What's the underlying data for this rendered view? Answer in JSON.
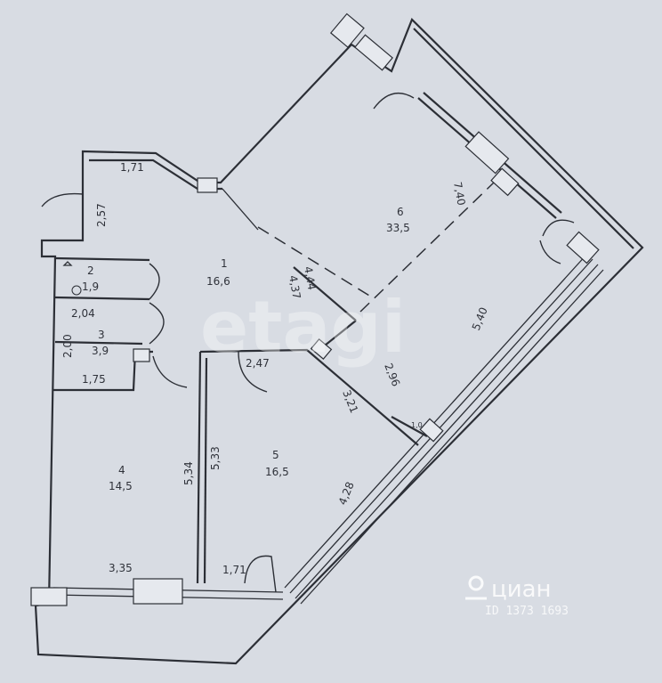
{
  "rooms": [
    {
      "num": "1",
      "area": "16,6"
    },
    {
      "num": "2",
      "area": "1,9"
    },
    {
      "num": "3",
      "area": "3,9"
    },
    {
      "num": "4",
      "area": "14,5"
    },
    {
      "num": "5",
      "area": "16,5"
    },
    {
      "num": "6",
      "area": "33,5"
    }
  ],
  "dimensions": [
    "1,71",
    "2,57",
    "2,04",
    "2,00",
    "1,75",
    "5,34",
    "3,35",
    "5,33",
    "1,71",
    "2,47",
    "4,37",
    "4,44",
    "7,40",
    "3,21",
    "2,96",
    "5,40",
    "4,28",
    "1,0"
  ],
  "watermarks": {
    "etagi": "etagi",
    "cian_name": "циан",
    "cian_id": "ID 1373 1693"
  }
}
